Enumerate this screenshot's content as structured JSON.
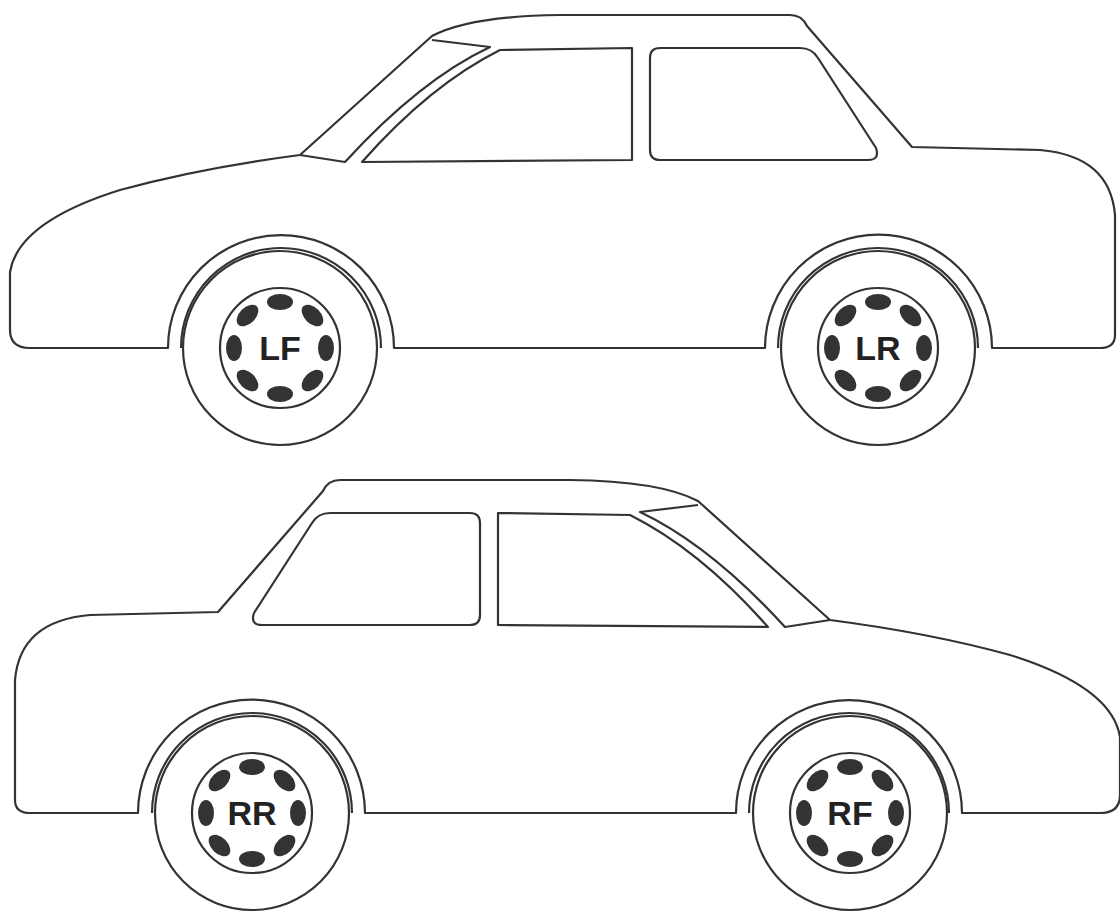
{
  "diagram": {
    "nodes": [
      {
        "text": [
          "LF"
        ]
      },
      {
        "text": [
          "LR"
        ]
      },
      {
        "text": [
          "RR"
        ]
      },
      {
        "text": [
          "RF"
        ]
      }
    ]
  }
}
